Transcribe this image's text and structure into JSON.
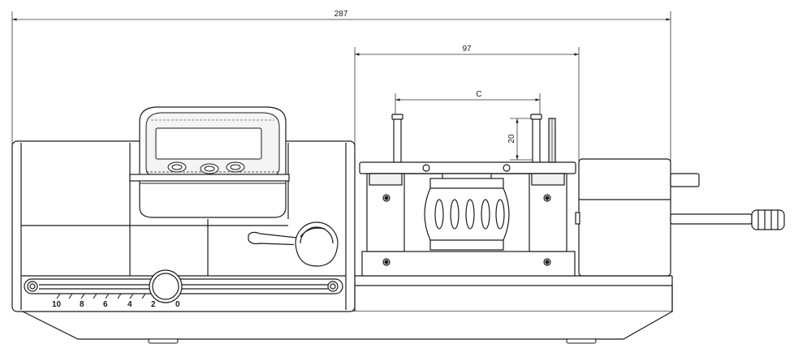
{
  "dimensions": {
    "overall_width": "287",
    "fixture_width": "97",
    "clamp_spacing": "C",
    "pin_height": "20"
  },
  "scale": {
    "labels": [
      "10",
      "8",
      "6",
      "4",
      "2",
      "0"
    ]
  },
  "colors": {
    "line": "#1a1a1a",
    "dimension_line": "#333333",
    "fill": "#ffffff",
    "shade": "#d9d9d9"
  }
}
